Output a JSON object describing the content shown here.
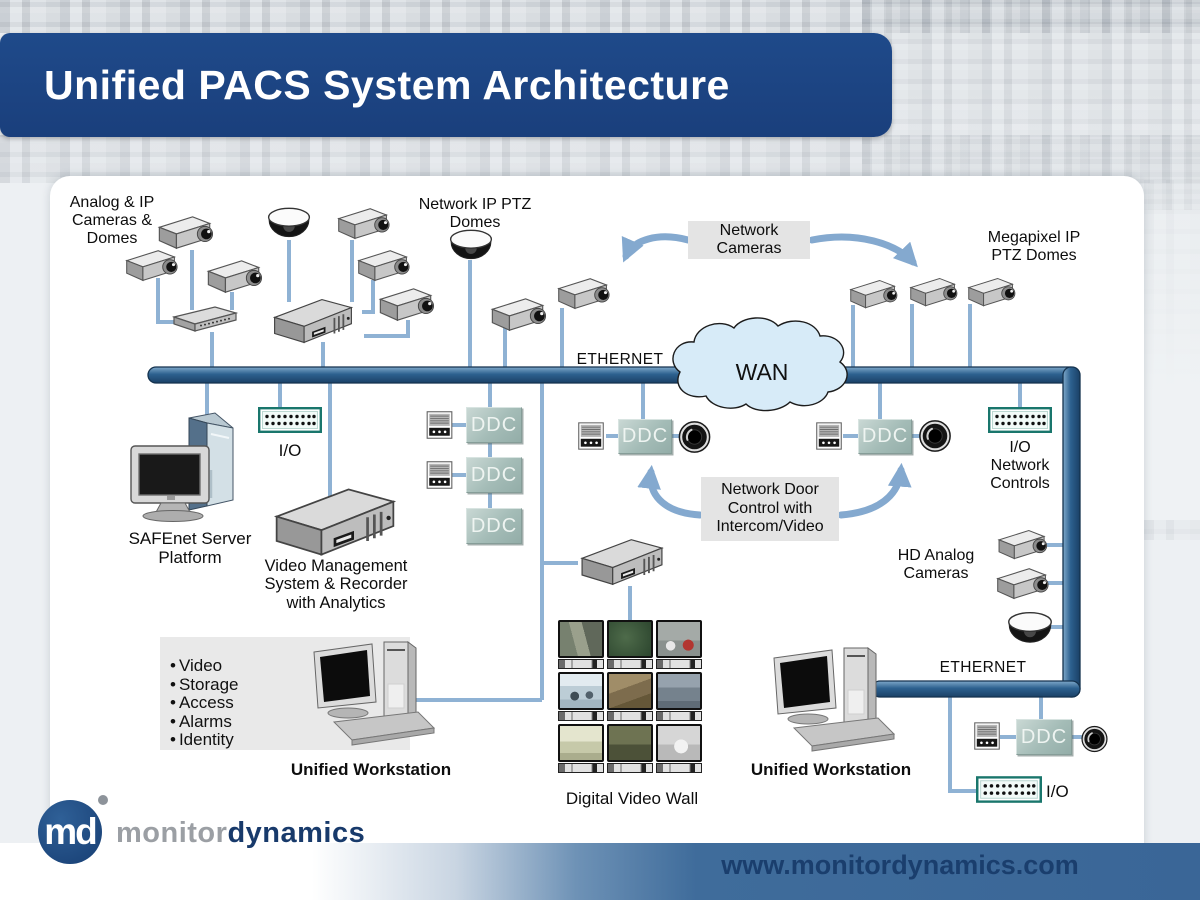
{
  "title": "Unified PACS System Architecture",
  "diagram": {
    "labels": {
      "analog_cameras": "Analog & IP\nCameras &\nDomes",
      "network_ptz_domes": "Network IP PTZ\nDomes",
      "network_cameras": "Network\nCameras",
      "megapixel": "Megapixel IP\nPTZ Domes",
      "ethernet": "ETHERNET",
      "wan": "WAN",
      "io": "I/O",
      "safenet": "SAFEnet Server\nPlatform",
      "vms": "Video Management\nSystem & Recorder\nwith Analytics",
      "ddc": "DDC",
      "door_control": "Network Door\nControl with\nIntercom/Video",
      "io_network_controls": "I/O\nNetwork\nControls",
      "hd_analog": "HD Analog\nCameras",
      "unified_workstation": "Unified Workstation",
      "digital_video_wall": "Digital Video Wall"
    },
    "workstation_features": [
      "Video",
      "Storage",
      "Access",
      "Alarms",
      "Identity"
    ]
  },
  "footer": {
    "url": "www.monitordynamics.com",
    "logo_mark": "md",
    "logo_text_1": "monitor",
    "logo_text_2": "dynamics"
  },
  "colors": {
    "title_bar": "#1a3f7c",
    "bus": "#2d618f",
    "connector": "#8fb2d4",
    "arrow": "#84a9cf",
    "ddc_fill": "#a4bcb7",
    "wan_cloud": "#d7ebf8",
    "label_box": "#e4e4e4",
    "footer_blue": "#3a6697",
    "url_text": "#1a3e6d"
  }
}
